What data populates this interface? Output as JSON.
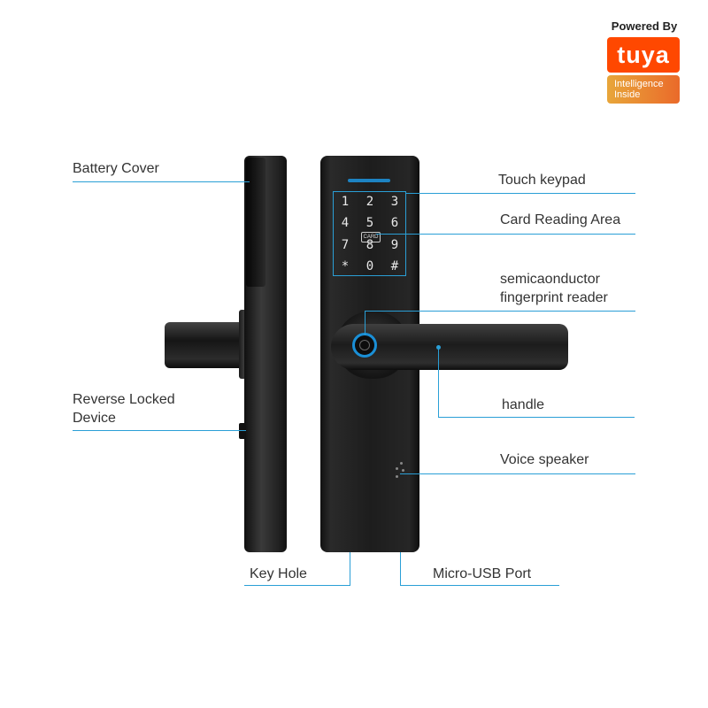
{
  "badge": {
    "powered_by": "Powered By",
    "brand": "tuya",
    "sub_line1": "Intelligence",
    "sub_line2": "Inside"
  },
  "keypad": {
    "keys": [
      "1",
      "2",
      "3",
      "4",
      "5",
      "6",
      "7",
      "8",
      "9",
      "*",
      "0",
      "#"
    ],
    "card_icon": "CARD"
  },
  "labels": {
    "battery_cover": "Battery Cover",
    "touch_keypad": "Touch keypad",
    "card_reading_area": "Card Reading Area",
    "fingerprint_line1": "semicaonductor",
    "fingerprint_line2": "fingerprint reader",
    "reverse_line1": "Reverse Locked",
    "reverse_line2": "Device",
    "handle": "handle",
    "voice_speaker": "Voice speaker",
    "key_hole": "Key Hole",
    "micro_usb": "Micro-USB Port"
  },
  "colors": {
    "accent": "#2a9fd6",
    "tuya_orange": "#ff4800"
  }
}
